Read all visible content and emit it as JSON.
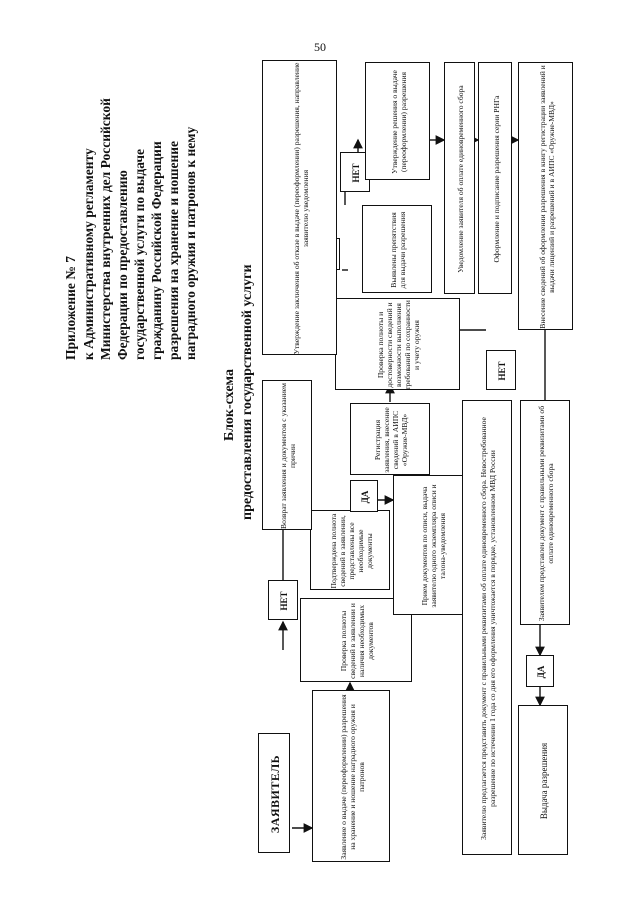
{
  "page_number": "50",
  "appendix": {
    "lines": [
      "Приложение № 7",
      "к      Административному      регламенту",
      "Министерства внутренних дел Российской",
      "Федерации       по        предоставлению",
      "государственной    услуги    по    выдаче",
      "гражданину     Российской      Федерации",
      "разрешения    на    хранение    и    ношение",
      "наградного оружия и патронов к нему"
    ]
  },
  "title": {
    "line1": "Блок-схема",
    "line2": "предоставления государственной услуги"
  },
  "boxes": {
    "applicant": "ЗАЯВИТЕЛЬ",
    "application": "Заявление о выдаче (переоформлении) разрешения на хранение и ношение наградного оружия и патронов",
    "check_completeness": "Проверка полноты сведений в заявлении и наличия необходимых документов",
    "confirmed": "Подтверждена полнота сведений в заявлении, представлены все необходимые документы",
    "return_docs": "Возврат заявления и документов с указанием причин",
    "reception": "Прием документов по описи, выдача заявителю одного экземпляра описи и талона-уведомления",
    "registration": "Регистрация заявления, внесение сведений в АИПС «Оружие-МВД»",
    "check_reliability": "Проверка полноты и достоверности сведений и возможности выполнения требований по сохранности и учету оружия",
    "obstacles": "Выявлены препятствия для выдачи разрешения",
    "refusal": "Утверждение заключения об отказе в выдаче (переоформлении) разрешения, направление заявителю уведомления",
    "approve_issue": "Утверждение решения о выдаче (переоформлении) разрешения",
    "notify_fee": "Уведомление заявителя об оплате единовременного сбора",
    "register_permit": "Оформление и подписание разрешения серии РНГа",
    "enter_book": "Внесение сведений об оформлении разрешения в книгу регистрации заявлений и выдачи лицензий и разрешений и в АИПС «Оружие-МВД»",
    "fee_document_presented": "Заявителем представлен документ с правильными реквизитами об оплате единовременного сбора",
    "fee_note": "Заявителю предлагается представить документ с правильными реквизитами об оплате единовременного сбора. Невостребованное разрешение по истечении 1 года со дня его оформления уничтожается в порядке, установленном МВД России",
    "issue_permit": "Выдача разрешения"
  },
  "labels": {
    "yes": "ДА",
    "no": "НЕТ"
  },
  "colors": {
    "ink": "#111111",
    "paper": "#ffffff"
  }
}
